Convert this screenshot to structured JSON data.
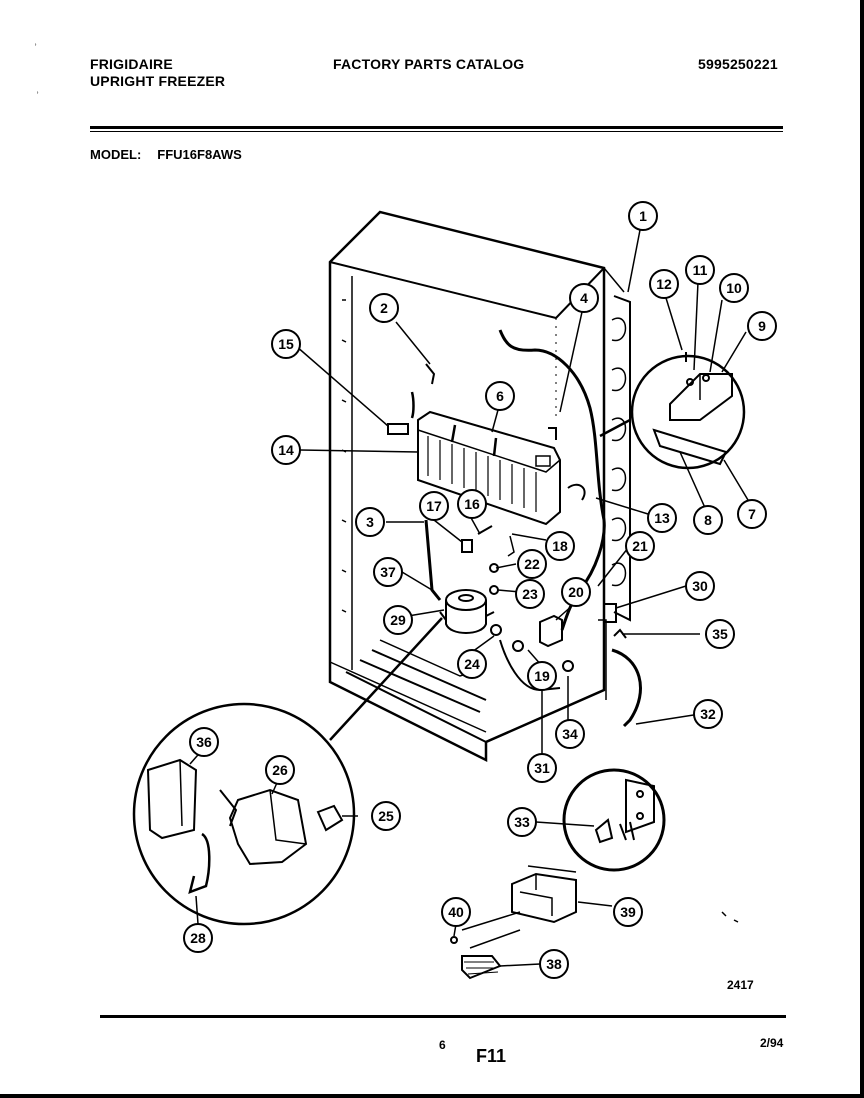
{
  "header": {
    "brand_line1": "FRIGIDAIRE",
    "brand_line2": "UPRIGHT FREEZER",
    "catalog_title": "FACTORY PARTS CATALOG",
    "part_number": "5995250221"
  },
  "model": {
    "label": "MODEL:",
    "value": "FFU16F8AWS"
  },
  "diagram": {
    "id": "2417",
    "callouts": [
      "1",
      "2",
      "3",
      "4",
      "6",
      "7",
      "8",
      "9",
      "10",
      "11",
      "12",
      "13",
      "14",
      "15",
      "16",
      "17",
      "18",
      "19",
      "20",
      "21",
      "22",
      "23",
      "24",
      "25",
      "26",
      "28",
      "29",
      "30",
      "31",
      "32",
      "33",
      "34",
      "35",
      "36",
      "37",
      "38",
      "39",
      "40"
    ]
  },
  "footer": {
    "page": "6",
    "figure": "F11",
    "date": "2/94"
  }
}
